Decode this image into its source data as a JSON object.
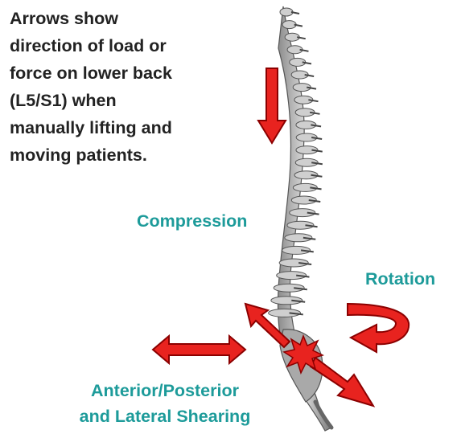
{
  "caption": "Arrows show\ndirection of load or\nforce on lower back\n(L5/S1) when\nmanually lifting and\nmoving patients.",
  "labels": {
    "compression": "Compression",
    "rotation": "Rotation",
    "shearing": "Anterior/Posterior\nand Lateral Shearing"
  },
  "colors": {
    "arrow_fill": "#e8231f",
    "arrow_stroke": "#8b0000",
    "label_teal": "#1d9b9a",
    "bone": "#b9b9b9"
  },
  "icons": [
    "spine-illustration",
    "compression-arrow-down",
    "rotation-curved-arrow",
    "lateral-shear-double-arrow",
    "anterior-posterior-shear-arrow",
    "burst-star-icon"
  ]
}
